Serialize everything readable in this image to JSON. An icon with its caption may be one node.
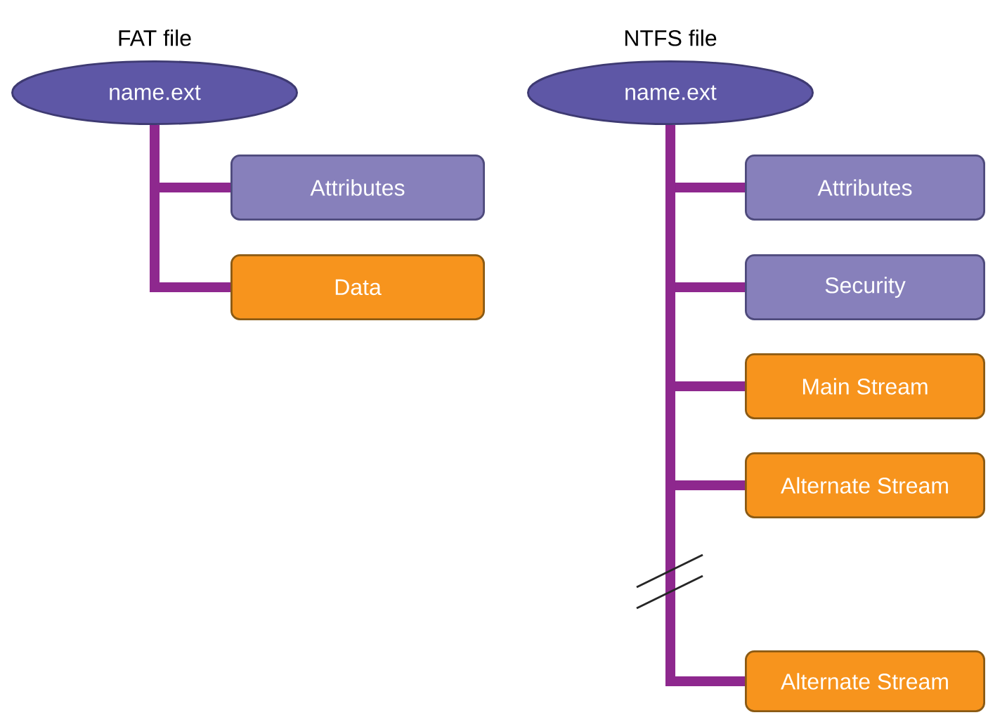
{
  "diagram": {
    "nodes": [
      {
        "text": [
          "name.ext"
        ],
        "beside": [
          "FAT file"
        ]
      },
      {
        "text": [
          "Attributes"
        ]
      },
      {
        "text": [
          "Data"
        ]
      },
      {
        "text": [
          "name.ext"
        ],
        "beside": [
          "NTFS file"
        ]
      },
      {
        "text": [
          "Attributes"
        ]
      },
      {
        "text": [
          "Security"
        ]
      },
      {
        "text": [
          "Main Stream"
        ]
      },
      {
        "text": [
          "Alternate Stream"
        ]
      },
      {
        "text": [
          "Alternate Stream"
        ]
      }
    ],
    "edges": [
      {
        "from": 0,
        "to": 1,
        "arrow": "none"
      },
      {
        "from": 0,
        "to": 2,
        "arrow": "none"
      },
      {
        "from": 3,
        "to": 4,
        "arrow": "none"
      },
      {
        "from": 3,
        "to": 5,
        "arrow": "none"
      },
      {
        "from": 3,
        "to": 6,
        "arrow": "none"
      },
      {
        "from": 3,
        "to": 7,
        "arrow": "none"
      },
      {
        "from": 3,
        "to": 8,
        "arrow": "none"
      }
    ]
  }
}
